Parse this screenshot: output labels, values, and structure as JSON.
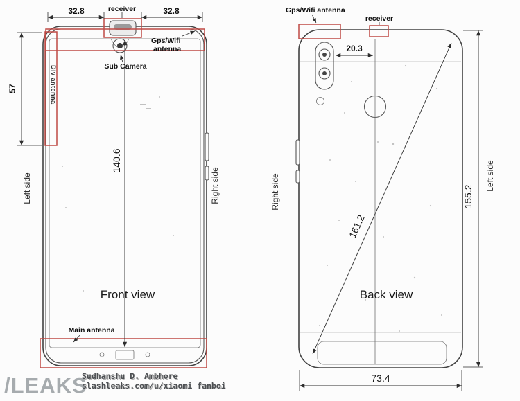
{
  "diagram": {
    "type": "phone-dimension-schematic",
    "accent_red": "#bf4a44",
    "line_color": "#424242"
  },
  "front": {
    "title": "Front view",
    "receiver_label": "receiver",
    "dim_top_left": "32.8",
    "dim_top_right": "32.8",
    "gps_wifi_line1": "Gps/Wifi",
    "gps_wifi_line2": "antenna",
    "sub_camera_label": "Sub Camera",
    "div_antenna_label": "Div antenna",
    "dim_left_height": "57",
    "dim_screen_height": "140.6",
    "left_side_label": "Left side",
    "right_side_label": "Right side",
    "main_antenna_label": "Main antenna"
  },
  "back": {
    "title": "Back view",
    "gps_wifi_label": "Gps/Wifi antenna",
    "receiver_label": "receiver",
    "dim_top": "20.3",
    "dim_diagonal": "161.2",
    "dim_height": "155.2",
    "dim_width": "73.4",
    "left_side_label": "Left side",
    "right_side_label": "Right side"
  },
  "watermark": {
    "logo": "/LEAKS",
    "author": "Sudhanshu D. Ambhore",
    "source": "slashleaks.com/u/xiaomi fanboi"
  }
}
